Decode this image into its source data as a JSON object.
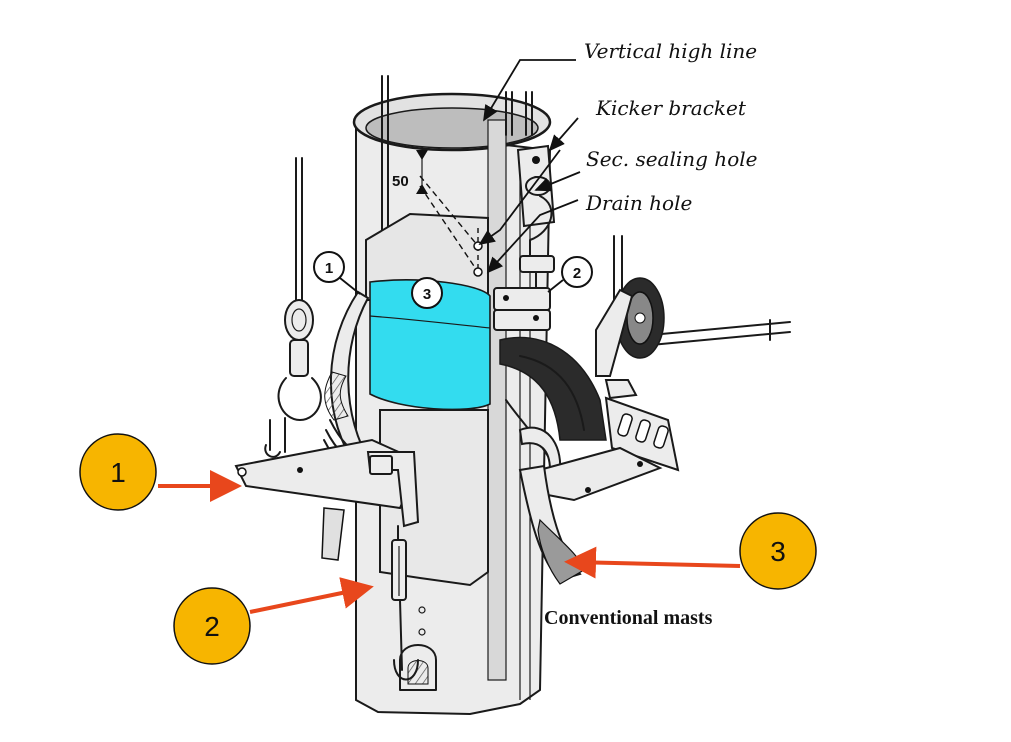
{
  "labels": {
    "vertical_high_line": "Vertical high line",
    "kicker_bracket": "Kicker bracket",
    "sec_sealing_hole": "Sec. sealing hole",
    "drain_hole": "Drain hole",
    "caption": "Conventional masts",
    "dimension": "50"
  },
  "inline_markers": [
    "1",
    "2",
    "3"
  ],
  "badges": [
    "1",
    "2",
    "3"
  ],
  "colors": {
    "badge_fill": "#f7b500",
    "arrow": "#e8471c",
    "highlight": "#33dcef"
  }
}
